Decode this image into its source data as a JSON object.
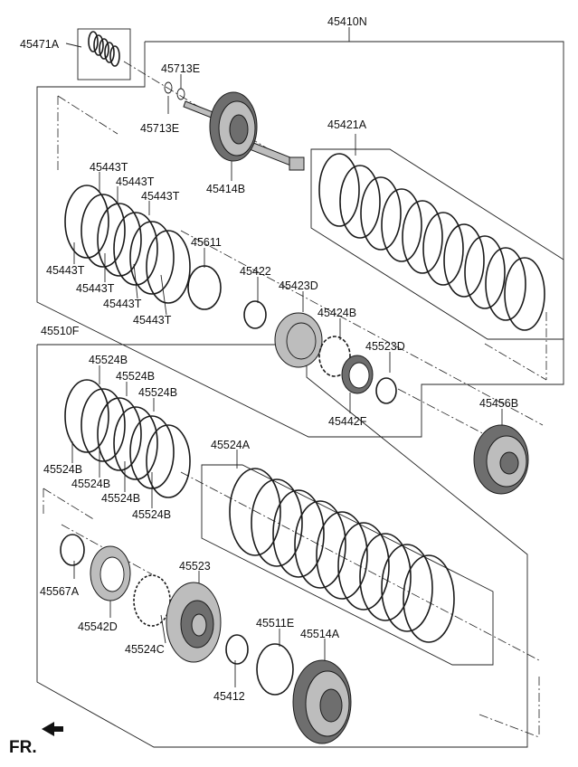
{
  "diagram": {
    "colors": {
      "line": "#222222",
      "part_fill": "#bdbdbd",
      "part_dark": "#6e6e6e",
      "background": "#ffffff"
    },
    "orientation_label": "FR.",
    "orientation_icon": "arrow-left-icon",
    "labels": {
      "p45410N": "45410N",
      "p45471A": "45471A",
      "p45713E_a": "45713E",
      "p45713E_b": "45713E",
      "p45414B": "45414B",
      "p45421A": "45421A",
      "p45443T_1": "45443T",
      "p45443T_2": "45443T",
      "p45443T_3": "45443T",
      "p45443T_4": "45443T",
      "p45443T_5": "45443T",
      "p45443T_6": "45443T",
      "p45443T_7": "45443T",
      "p45611": "45611",
      "p45422": "45422",
      "p45423D": "45423D",
      "p45424B": "45424B",
      "p45523D": "45523D",
      "p45442F": "45442F",
      "p45510F": "45510F",
      "p45456B": "45456B",
      "p45524B_1": "45524B",
      "p45524B_2": "45524B",
      "p45524B_3": "45524B",
      "p45524B_4": "45524B",
      "p45524B_5": "45524B",
      "p45524B_6": "45524B",
      "p45524B_7": "45524B",
      "p45524A": "45524A",
      "p45567A": "45567A",
      "p45542D": "45542D",
      "p45523": "45523",
      "p45524C": "45524C",
      "p45511E": "45511E",
      "p45514A": "45514A",
      "p45412": "45412"
    }
  }
}
